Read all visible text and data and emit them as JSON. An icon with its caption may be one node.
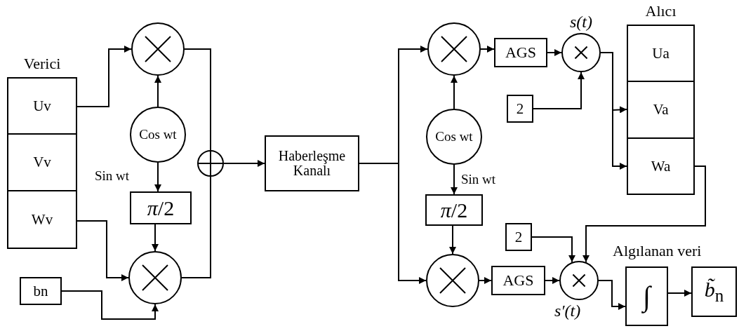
{
  "diagram": {
    "nodes": [
      {
        "text": [
          "Verici"
        ]
      },
      {
        "text": [
          "Uv"
        ],
        "in": 0
      },
      {
        "text": [
          "Vv"
        ],
        "in": 0
      },
      {
        "text": [
          "Wv"
        ],
        "in": 0
      },
      {
        "text": [
          "bn"
        ]
      },
      {
        "text": [],
        "shape": "circle"
      },
      {
        "text": [
          "Cos wt"
        ]
      },
      {
        "text": [
          "*π*/2"
        ]
      },
      {
        "text": [],
        "shape": "circle"
      },
      {
        "text": [],
        "shape": "circle"
      },
      {
        "text": [
          "Haberleşme Kanalı"
        ]
      },
      {
        "text": [],
        "shape": "circle"
      },
      {
        "text": [
          "Cos wt"
        ]
      },
      {
        "text": [
          "*π*/2"
        ]
      },
      {
        "text": [],
        "shape": "circle"
      },
      {
        "text": [
          "AGS"
        ]
      },
      {
        "text": [],
        "shape": "circle",
        "beside": [
          "s(t)"
        ]
      },
      {
        "text": [
          "2"
        ]
      },
      {
        "text": [
          "Alıcı"
        ]
      },
      {
        "text": [
          "Ua"
        ],
        "in": 18
      },
      {
        "text": [
          "Va"
        ],
        "in": 18
      },
      {
        "text": [
          "Wa"
        ],
        "in": 18
      },
      {
        "text": [
          "2"
        ]
      },
      {
        "text": [
          "AGS"
        ]
      },
      {
        "text": [],
        "shape": "circle",
        "beside": [
          "s′(t)"
        ]
      },
      {
        "text": [
          "∫"
        ]
      },
      {
        "text": [
          "*b̃*$_{n}$"
        ]
      }
    ],
    "edges": [
      {
        "from": 1,
        "to": 5,
        "arrow": "to"
      },
      {
        "from": 6,
        "to": 5,
        "arrow": "to"
      },
      {
        "from": 6,
        "to": 7,
        "arrow": "to"
      },
      {
        "from": 7,
        "to": 8,
        "arrow": "to"
      },
      {
        "from": 3,
        "to": 8,
        "arrow": "to"
      },
      {
        "from": 4,
        "to": 8,
        "arrow": "to"
      },
      {
        "from": 5,
        "to": 9,
        "arrow": "none"
      },
      {
        "from": 8,
        "to": 9,
        "arrow": "none"
      },
      {
        "from": 9,
        "to": 10,
        "arrow": "to"
      },
      {
        "from": 10,
        "to": 11,
        "arrow": "to"
      },
      {
        "from": 10,
        "to": 14,
        "arrow": "to"
      },
      {
        "from": 12,
        "to": 11,
        "arrow": "to"
      },
      {
        "from": 12,
        "to": 13,
        "arrow": "to"
      },
      {
        "from": 13,
        "to": 14,
        "arrow": "to"
      },
      {
        "from": 11,
        "to": 15,
        "arrow": "to"
      },
      {
        "from": 15,
        "to": 16,
        "arrow": "to"
      },
      {
        "from": 17,
        "to": 16,
        "arrow": "to"
      },
      {
        "from": 16,
        "to": 20,
        "arrow": "to"
      },
      {
        "from": 16,
        "to": 21,
        "arrow": "to"
      },
      {
        "from": 14,
        "to": 23,
        "arrow": "to"
      },
      {
        "from": 23,
        "to": 24,
        "arrow": "to"
      },
      {
        "from": 22,
        "to": 24,
        "arrow": "to"
      },
      {
        "from": 21,
        "to": 24,
        "arrow": "to"
      },
      {
        "from": 24,
        "to": 25,
        "arrow": "to"
      },
      {
        "from": 25,
        "to": 26,
        "arrow": "to"
      }
    ],
    "labels": [
      "Sin wt",
      "Sin wt",
      "Algılanan veri"
    ]
  }
}
